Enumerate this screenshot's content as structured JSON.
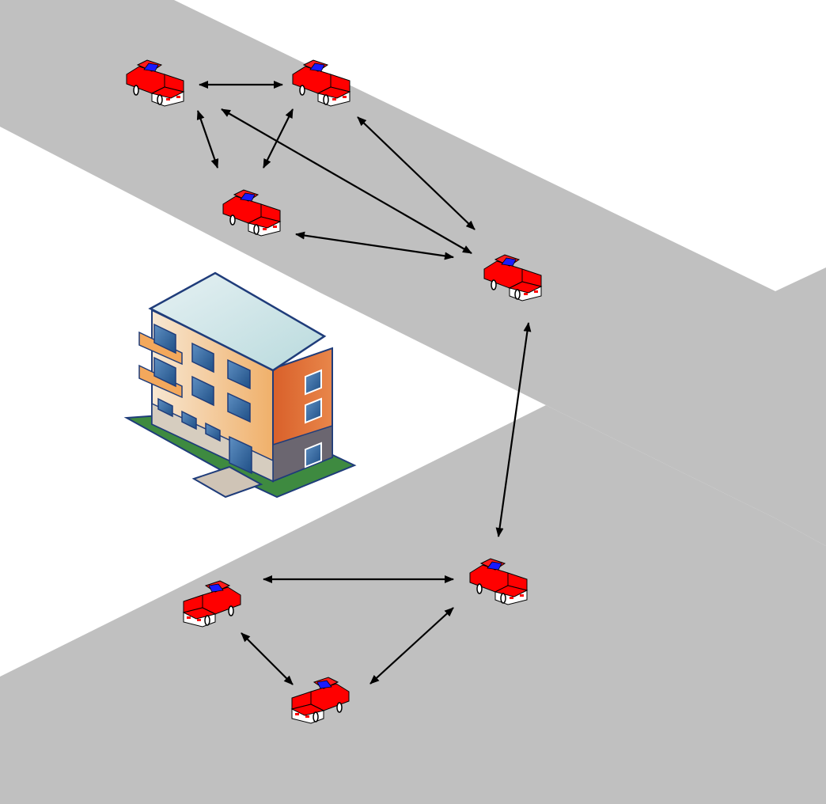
{
  "scene": {
    "road_color": "#c0c0c0",
    "background_color": "#ffffff",
    "arrow_color": "#000000",
    "car_color": "#ff0000",
    "car_window_color": "#1a1aff"
  },
  "building": {
    "icon": "apartment-building-icon"
  },
  "vehicles": [
    {
      "id": "car-1",
      "icon": "car-icon",
      "facing": "left"
    },
    {
      "id": "car-2",
      "icon": "car-icon",
      "facing": "left"
    },
    {
      "id": "car-3",
      "icon": "car-icon",
      "facing": "left"
    },
    {
      "id": "car-4",
      "icon": "car-icon",
      "facing": "left"
    },
    {
      "id": "car-5",
      "icon": "car-icon",
      "facing": "right"
    },
    {
      "id": "car-6",
      "icon": "car-icon",
      "facing": "left"
    },
    {
      "id": "car-7",
      "icon": "car-icon",
      "facing": "right"
    }
  ],
  "links": [
    {
      "from": "car-1",
      "to": "car-2"
    },
    {
      "from": "car-1",
      "to": "car-3"
    },
    {
      "from": "car-2",
      "to": "car-3"
    },
    {
      "from": "car-1",
      "to": "car-4"
    },
    {
      "from": "car-2",
      "to": "car-4"
    },
    {
      "from": "car-3",
      "to": "car-4"
    },
    {
      "from": "car-4",
      "to": "car-6"
    },
    {
      "from": "car-5",
      "to": "car-6"
    },
    {
      "from": "car-5",
      "to": "car-7"
    },
    {
      "from": "car-6",
      "to": "car-7"
    }
  ]
}
